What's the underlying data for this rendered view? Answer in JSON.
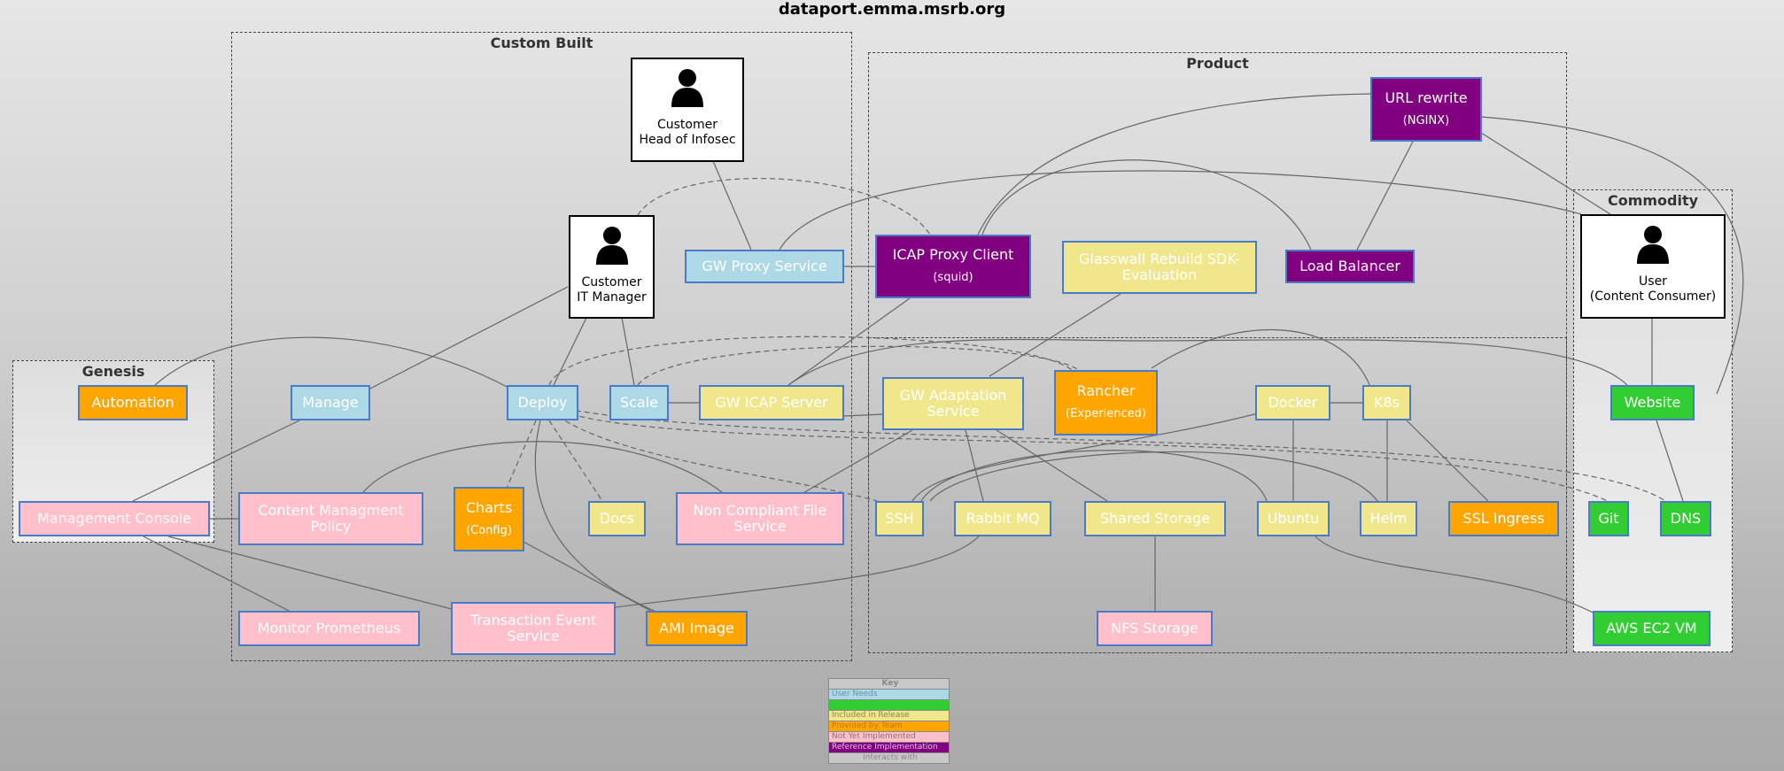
{
  "title": "dataport.emma.msrb.org",
  "clusters": {
    "custom_built": "Custom Built",
    "product": "Product",
    "genesis": "Genesis",
    "commodity": "Commodity"
  },
  "people": {
    "head_infosec": {
      "line1": "Customer",
      "line2": "Head of Infosec"
    },
    "it_manager": {
      "line1": "Customer",
      "line2": "IT Manager"
    },
    "user": {
      "line1": "User",
      "line2": "(Content Consumer)"
    }
  },
  "nodes": {
    "gw_proxy_service": "GW Proxy Service",
    "icap_proxy_client": "ICAP Proxy Client",
    "icap_proxy_client_sub": "(squid)",
    "glasswall_sdk": "Glasswall Rebuild SDK-Evaluation",
    "load_balancer": "Load Balancer",
    "url_rewrite": "URL rewrite",
    "url_rewrite_sub": "(NGINX)",
    "automation": "Automation",
    "manage": "Manage",
    "deploy": "Deploy",
    "scale": "Scale",
    "gw_icap_server": "GW ICAP Server",
    "gw_adaptation_service": "GW Adaptation Service",
    "rancher": "Rancher",
    "rancher_sub": "(Experienced)",
    "docker": "Docker",
    "k8s": "K8s",
    "website": "Website",
    "management_console": "Management Console",
    "content_management_policy": "Content Managment Policy",
    "charts": "Charts",
    "charts_sub": "(Config)",
    "docs": "Docs",
    "non_compliant_file_service": "Non Compliant File Service",
    "ssh": "SSH",
    "rabbit_mq": "Rabbit MQ",
    "shared_storage": "Shared Storage",
    "ubuntu": "Ubuntu",
    "helm": "Helm",
    "ssl_ingress": "SSL Ingress",
    "git": "Git",
    "dns": "DNS",
    "monitor_prometheus": "Monitor Prometheus",
    "transaction_event_service": "Transaction Event Service",
    "ami_image": "AMI Image",
    "nfs_storage": "NFS Storage",
    "aws_ec2_vm": "AWS EC2 VM"
  },
  "legend": {
    "title": "Key",
    "items": [
      {
        "label": "User Needs",
        "color": "#add8e6",
        "text_color": "#6f8fa8"
      },
      {
        "label": "",
        "color": "#32cd32",
        "text_color": "#32cd32"
      },
      {
        "label": "Included in Release",
        "color": "#f0e68c",
        "text_color": "#8a8550"
      },
      {
        "label": "Provided by Team",
        "color": "#ffa500",
        "text_color": "#b07a2a"
      },
      {
        "label": "Not Yet Implemented",
        "color": "#ffc0cb",
        "text_color": "#8a7075"
      },
      {
        "label": "Reference Implementation",
        "color": "#800080",
        "text_color": "#e0c0e0"
      },
      {
        "label": "Interacts with",
        "color": "#c8c8c8",
        "text_color": "#888888"
      }
    ]
  },
  "colors": {
    "user_needs": "#add8e6",
    "commodity": "#32cd32",
    "included_in_release": "#f0e68c",
    "provided_by_team": "#ffa500",
    "not_yet_implemented": "#ffc0cb",
    "reference_implementation": "#800080",
    "node_border": "#4a7bc8",
    "edge": "#666666"
  }
}
